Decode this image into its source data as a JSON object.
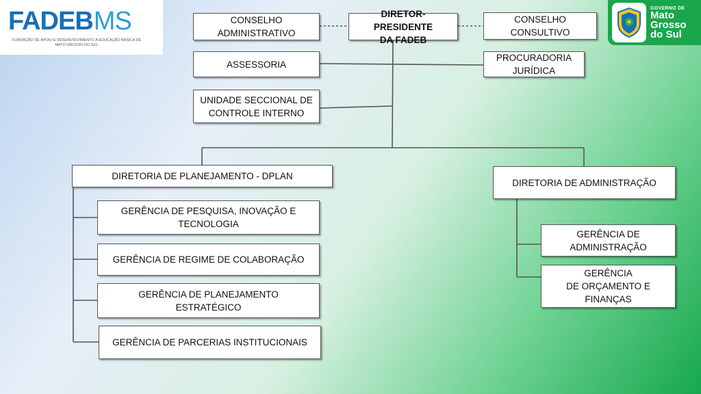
{
  "logos": {
    "fadeb": {
      "main": "FADEB",
      "suffix": "MS",
      "subtitle": "FUNDAÇÃO DE APOIO E DESENVOLVIMENTO À EDUCAÇÃO BÁSICA DE MATO GROSSO DO SUL"
    },
    "government": {
      "top": "GOVERNO DE",
      "line1": "Mato",
      "line2": "Grosso",
      "line3": "do Sul"
    }
  },
  "org_chart": {
    "director": "DIRETOR-PRESIDENTE\nDA FADEB",
    "admin_council": "CONSELHO\nADMINISTRATIVO",
    "consultative_council": "CONSELHO\nCONSULTIVO",
    "advisory": "ASSESSORIA",
    "legal": "PROCURADORIA\nJURÍDICA",
    "internal_control": "UNIDADE SECCIONAL DE\nCONTROLE INTERNO",
    "planning_directorate": {
      "title": "DIRETORIA  DE PLANEJAMENTO - DPLAN",
      "units": [
        "GERÊNCIA DE PESQUISA, INOVAÇÃO E\nTECNOLOGIA",
        "GERÊNCIA  DE  REGIME DE COLABORAÇÃO",
        "GERÊNCIA  DE PLANEJAMENTO\nESTRATÉGICO",
        "GERÊNCIA DE PARCERIAS INSTITUCIONAIS"
      ]
    },
    "admin_directorate": {
      "title": "DIRETORIA DE ADMINISTRAÇÃO",
      "units": [
        "GERÊNCIA DE\nADMINISTRAÇÃO",
        "GERÊNCIA\nDE ORÇAMENTO E\nFINANÇAS"
      ]
    }
  },
  "colors": {
    "connector": "#555555",
    "box_border": "#555555",
    "gov_green": "#1aa64a",
    "fadeb_blue": "#1a6fb5"
  }
}
